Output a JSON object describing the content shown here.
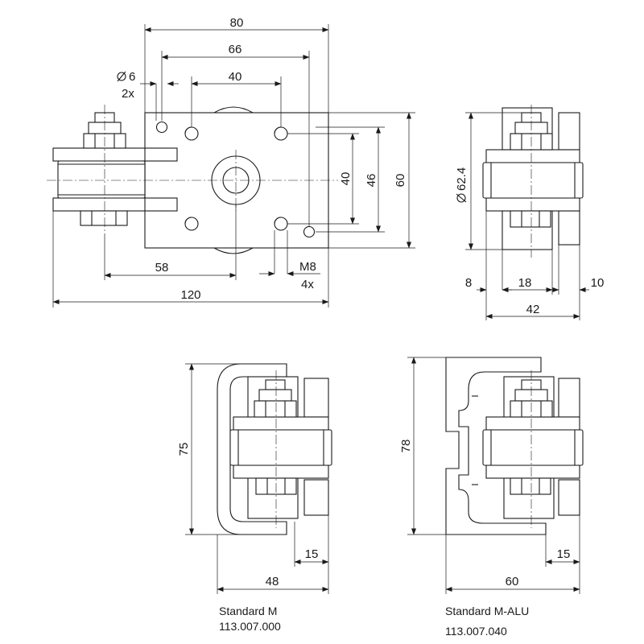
{
  "dimensions": {
    "top_width_outer": "80",
    "top_width_mid": "66",
    "top_width_inner": "40",
    "hole_diameter": "6",
    "hole_count": "2x",
    "height_inner": "40",
    "height_mid": "46",
    "height_outer": "60",
    "bottom_58": "58",
    "bottom_120": "120",
    "thread": "M8",
    "thread_count": "4x",
    "side_diameter": "62.4",
    "side_8": "8",
    "side_18": "18",
    "side_10": "10",
    "side_42": "42",
    "m_height": "75",
    "m_15": "15",
    "m_48": "48",
    "alu_height": "78",
    "alu_15": "15",
    "alu_60": "60"
  },
  "captions": {
    "standard_m_name": "Standard M",
    "standard_m_code": "113.007.000",
    "standard_alu_name": "Standard M-ALU",
    "standard_alu_code": "113.007.040"
  }
}
